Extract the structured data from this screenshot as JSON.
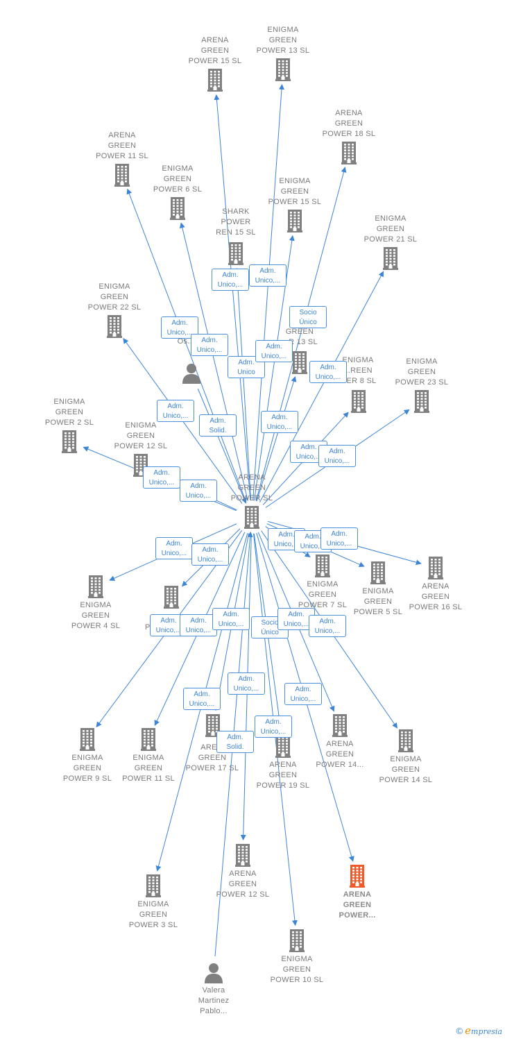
{
  "colors": {
    "edge": "#3c84d6",
    "node": "#808080",
    "highlight": "#f05a28"
  },
  "nodes": [
    {
      "id": "center",
      "lines": [
        "ARENA",
        "GREEN",
        "POWER  SL"
      ],
      "type": "company"
    },
    {
      "id": "ag15",
      "lines": [
        "ARENA",
        "GREEN",
        "POWER 15  SL"
      ],
      "type": "company"
    },
    {
      "id": "eg13",
      "lines": [
        "ENIGMA",
        "GREEN",
        "POWER 13  SL"
      ],
      "type": "company"
    },
    {
      "id": "ag18",
      "lines": [
        "ARENA",
        "GREEN",
        "POWER 18  SL"
      ],
      "type": "company"
    },
    {
      "id": "ag11",
      "lines": [
        "ARENA",
        "GREEN",
        "POWER 11  SL"
      ],
      "type": "company"
    },
    {
      "id": "eg6",
      "lines": [
        "ENIGMA",
        "GREEN",
        "POWER 6  SL"
      ],
      "type": "company"
    },
    {
      "id": "eg15",
      "lines": [
        "ENIGMA",
        "GREEN",
        "POWER 15  SL"
      ],
      "type": "company"
    },
    {
      "id": "shark",
      "lines": [
        "SHARK",
        "POWER",
        "REN 15  SL"
      ],
      "type": "company"
    },
    {
      "id": "eg21",
      "lines": [
        "ENIGMA",
        "GREEN",
        "POWER 21  SL"
      ],
      "type": "company"
    },
    {
      "id": "eg22",
      "lines": [
        "ENIGMA",
        "GREEN",
        "POWER 22  SL"
      ],
      "type": "company"
    },
    {
      "id": "p1",
      "lines": [
        "...s",
        "Os..."
      ],
      "type": "person"
    },
    {
      "id": "ag13",
      "lines": [
        "A...",
        "GREEN",
        "...R 13  SL"
      ],
      "type": "company"
    },
    {
      "id": "eg8",
      "lines": [
        "ENIGMA",
        "...REEN",
        "...ER 8  SL"
      ],
      "type": "company"
    },
    {
      "id": "eg23",
      "lines": [
        "ENIGMA",
        "GREEN",
        "POWER 23  SL"
      ],
      "type": "company"
    },
    {
      "id": "eg2",
      "lines": [
        "ENIGMA",
        "GREEN",
        "POWER 2  SL"
      ],
      "type": "company"
    },
    {
      "id": "eg12",
      "lines": [
        "ENIGMA",
        "GREEN",
        "POWER 12  SL"
      ],
      "type": "company"
    },
    {
      "id": "eg4",
      "lines": [
        "ENIGMA",
        "GREEN",
        "POWER 4  SL"
      ],
      "type": "company"
    },
    {
      "id": "egx",
      "lines": [
        "...",
        "POWER ...  SL"
      ],
      "type": "company"
    },
    {
      "id": "eg7",
      "lines": [
        "ENIGMA",
        "GREEN",
        "POWER 7  SL"
      ],
      "type": "company"
    },
    {
      "id": "eg5",
      "lines": [
        "ENIGMA",
        "GREEN",
        "POWER 5  SL"
      ],
      "type": "company"
    },
    {
      "id": "ag16",
      "lines": [
        "ARENA",
        "GREEN",
        "POWER 16  SL"
      ],
      "type": "company"
    },
    {
      "id": "eg9",
      "lines": [
        "ENIGMA",
        "GREEN",
        "POWER 9  SL"
      ],
      "type": "company"
    },
    {
      "id": "eg11",
      "lines": [
        "ENIGMA",
        "GREEN",
        "POWER 11  SL"
      ],
      "type": "company"
    },
    {
      "id": "ag17",
      "lines": [
        "ARE...",
        "GREEN",
        "POWER 17  SL"
      ],
      "type": "company"
    },
    {
      "id": "ag19",
      "lines": [
        "ARENA",
        "GREEN",
        "POWER 19  SL"
      ],
      "type": "company"
    },
    {
      "id": "ag14a",
      "lines": [
        "ARENA",
        "GREEN",
        "POWER 14..."
      ],
      "type": "company"
    },
    {
      "id": "eg14",
      "lines": [
        "ENIGMA",
        "GREEN",
        "POWER 14  SL"
      ],
      "type": "company"
    },
    {
      "id": "ag12",
      "lines": [
        "ARENA",
        "GREEN",
        "POWER 12  SL"
      ],
      "type": "company"
    },
    {
      "id": "eg3",
      "lines": [
        "ENIGMA",
        "GREEN",
        "POWER 3  SL"
      ],
      "type": "company"
    },
    {
      "id": "hl",
      "lines": [
        "ARENA",
        "GREEN",
        "POWER..."
      ],
      "type": "highlight"
    },
    {
      "id": "eg10",
      "lines": [
        "ENIGMA",
        "GREEN",
        "POWER 10  SL"
      ],
      "type": "company"
    },
    {
      "id": "valera",
      "lines": [
        "Valera",
        "Martinez",
        "Pablo..."
      ],
      "type": "person"
    }
  ],
  "edges": [
    {
      "from": "center",
      "to": "ag15"
    },
    {
      "from": "center",
      "to": "eg13"
    },
    {
      "from": "center",
      "to": "ag18"
    },
    {
      "from": "center",
      "to": "ag11"
    },
    {
      "from": "center",
      "to": "eg6"
    },
    {
      "from": "center",
      "to": "eg15"
    },
    {
      "from": "center",
      "to": "shark"
    },
    {
      "from": "center",
      "to": "eg21"
    },
    {
      "from": "center",
      "to": "eg22"
    },
    {
      "from": "center",
      "to": "ag13"
    },
    {
      "from": "center",
      "to": "eg8"
    },
    {
      "from": "center",
      "to": "eg23"
    },
    {
      "from": "center",
      "to": "eg2"
    },
    {
      "from": "center",
      "to": "eg12"
    },
    {
      "from": "p1",
      "to": "center"
    },
    {
      "from": "center",
      "to": "eg4"
    },
    {
      "from": "center",
      "to": "egx"
    },
    {
      "from": "center",
      "to": "eg7"
    },
    {
      "from": "center",
      "to": "eg5"
    },
    {
      "from": "center",
      "to": "ag16"
    },
    {
      "from": "center",
      "to": "eg9"
    },
    {
      "from": "center",
      "to": "eg11"
    },
    {
      "from": "center",
      "to": "ag17"
    },
    {
      "from": "center",
      "to": "ag19"
    },
    {
      "from": "center",
      "to": "ag14a"
    },
    {
      "from": "center",
      "to": "eg14"
    },
    {
      "from": "center",
      "to": "ag12"
    },
    {
      "from": "center",
      "to": "eg3"
    },
    {
      "from": "center",
      "to": "hl"
    },
    {
      "from": "center",
      "to": "eg10"
    },
    {
      "from": "valera",
      "to": "center"
    }
  ],
  "tags": [
    [
      "Adm.",
      "Unico,..."
    ],
    [
      "Adm.",
      "Unico,..."
    ],
    [
      "Socio",
      "Único"
    ],
    [
      "Adm.",
      "Unico,..."
    ],
    [
      "Adm.",
      "Unico,..."
    ],
    [
      "Adm.",
      "Unico"
    ],
    [
      "Adm.",
      "Unico,..."
    ],
    [
      "Adm.",
      "Unico,..."
    ],
    [
      "Adm.",
      "Unico,..."
    ],
    [
      "Adm.",
      "Solid."
    ],
    [
      "Adm.",
      "Unico,..."
    ],
    [
      "Adm.",
      "Unico,..."
    ],
    [
      "Adm.",
      "Unico,..."
    ],
    [
      "Adm.",
      "Unico,..."
    ],
    [
      "Adm.",
      "Unico,..."
    ],
    [
      "Adm.",
      "Unico,..."
    ],
    [
      "Adm.",
      "Unico,..."
    ],
    [
      "Adm.",
      "Unico,..."
    ],
    [
      "Adm.",
      "Unico,..."
    ],
    [
      "Adm.",
      "Unico,..."
    ],
    [
      "Adm.",
      "Unico,..."
    ],
    [
      "Adm.",
      "Unico,..."
    ],
    [
      "Adm.",
      "Unico,..."
    ],
    [
      "Socio",
      "Único"
    ],
    [
      "Adm.",
      "Unico,..."
    ],
    [
      "Adm.",
      "Unico,..."
    ],
    [
      "Adm.",
      "Unico,..."
    ],
    [
      "Adm.",
      "Unico,..."
    ],
    [
      "Adm.",
      "Unico,..."
    ],
    [
      "Adm.",
      "Solid."
    ],
    [
      "Adm.",
      "Unico,..."
    ]
  ],
  "footer": {
    "copyright": "©",
    "brand_initial": "e",
    "brand_rest": "mpresia"
  }
}
